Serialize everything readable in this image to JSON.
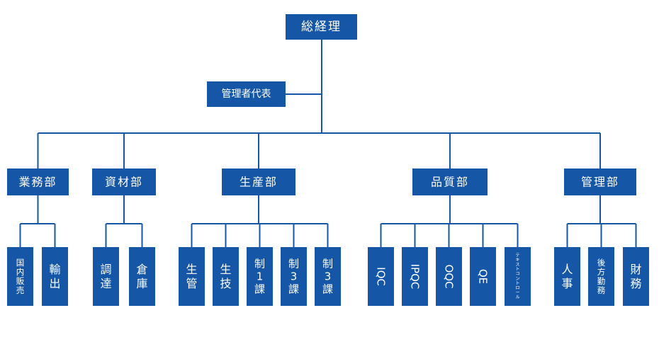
{
  "colors": {
    "box": "#1557a6",
    "text": "#ffffff",
    "line": "#1557a6",
    "background": "#ffffff"
  },
  "org": {
    "top": {
      "label": "総経理"
    },
    "staff": {
      "label": "管理者代表"
    },
    "departments": [
      {
        "id": "gyomu",
        "label": "業務部",
        "sections": [
          {
            "id": "kokunai",
            "label": "国内販売",
            "orientation": "vertical"
          },
          {
            "id": "yushutsu",
            "label": "輸出",
            "orientation": "vertical"
          }
        ]
      },
      {
        "id": "shizai",
        "label": "資材部",
        "sections": [
          {
            "id": "chotatsu",
            "label": "調達",
            "orientation": "vertical"
          },
          {
            "id": "soko",
            "label": "倉庫",
            "orientation": "vertical"
          }
        ]
      },
      {
        "id": "seisan",
        "label": "生産部",
        "sections": [
          {
            "id": "seikan",
            "label": "生管",
            "orientation": "vertical"
          },
          {
            "id": "seigi",
            "label": "生技",
            "orientation": "vertical"
          },
          {
            "id": "sei1",
            "label": "制1課",
            "orientation": "vertical"
          },
          {
            "id": "sei3a",
            "label": "制3課",
            "orientation": "vertical"
          },
          {
            "id": "sei3b",
            "label": "制3課",
            "orientation": "vertical"
          }
        ]
      },
      {
        "id": "hinshitsu",
        "label": "品質部",
        "sections": [
          {
            "id": "iqc",
            "label": "IQC",
            "orientation": "rotated"
          },
          {
            "id": "ipqc",
            "label": "IPQC",
            "orientation": "rotated"
          },
          {
            "id": "oqc",
            "label": "OQC",
            "orientation": "rotated"
          },
          {
            "id": "qe",
            "label": "QE",
            "orientation": "rotated"
          },
          {
            "id": "textcontrol",
            "label": "テキストコントロール",
            "orientation": "vertical"
          }
        ]
      },
      {
        "id": "kanri",
        "label": "管理部",
        "sections": [
          {
            "id": "jinji",
            "label": "人事",
            "orientation": "vertical"
          },
          {
            "id": "kohokinmu",
            "label": "後方勤務",
            "orientation": "vertical"
          },
          {
            "id": "zaimu",
            "label": "財務",
            "orientation": "vertical"
          }
        ]
      }
    ]
  }
}
